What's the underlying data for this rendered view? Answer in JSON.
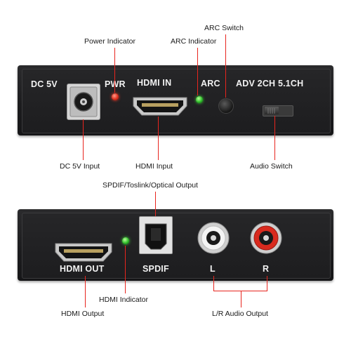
{
  "top_device": {
    "labels": {
      "dc5v": "DC 5V",
      "pwr": "PWR",
      "hdmi_in": "HDMI IN",
      "arc": "ARC",
      "adv": "ADV 2CH 5.1CH"
    }
  },
  "bottom_device": {
    "labels": {
      "hdmi_out": "HDMI OUT",
      "spdif": "SPDIF",
      "l": "L",
      "r": "R"
    }
  },
  "callouts": {
    "power_indicator": "Power Indicator",
    "arc_indicator": "ARC Indicator",
    "arc_switch": "ARC Switch",
    "dc5v_input": "DC 5V Input",
    "hdmi_input": "HDMI Input",
    "audio_switch": "Audio Switch",
    "spdif_output": "SPDIF/Toslink/Optical Output",
    "hdmi_indicator": "HDMI Indicator",
    "hdmi_output": "HDMI Output",
    "lr_audio_output": "L/R Audio Output"
  },
  "colors": {
    "callout_line": "#e8251e",
    "device_body": "#1d1d1f",
    "led_red": "#e0301e",
    "led_green": "#2fbf2a",
    "rca_left_ring": "#f2f2f2",
    "rca_right_ring": "#d92a1e"
  }
}
